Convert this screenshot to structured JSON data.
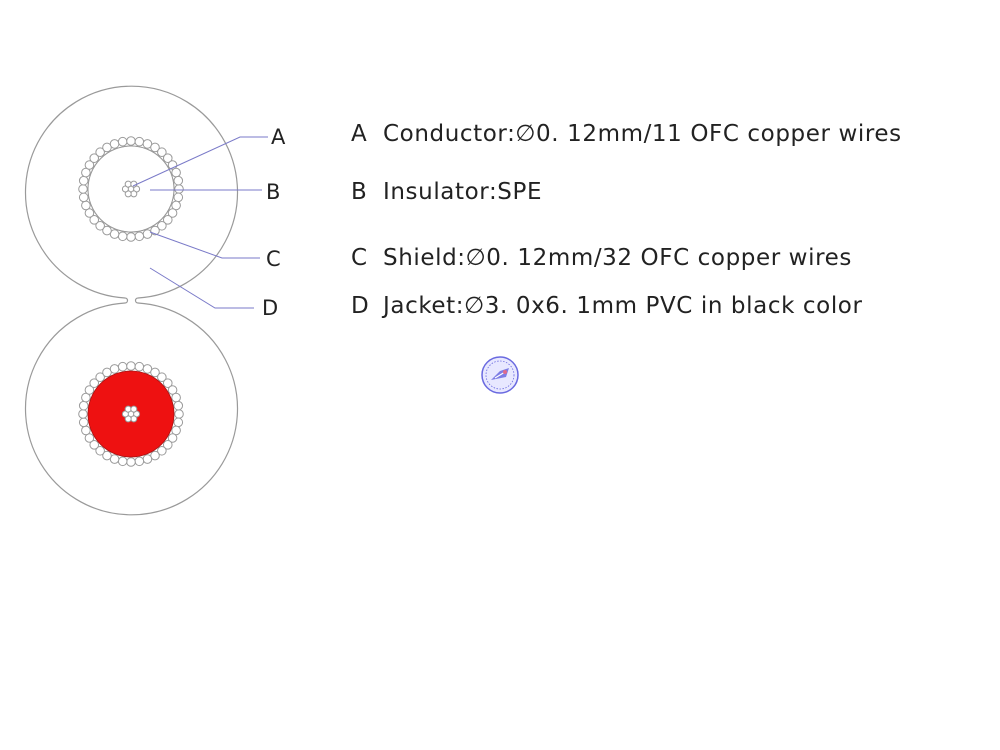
{
  "callouts": [
    {
      "letter": "A",
      "name": "conductor"
    },
    {
      "letter": "B",
      "name": "insulator"
    },
    {
      "letter": "C",
      "name": "shield"
    },
    {
      "letter": "D",
      "name": "jacket"
    }
  ],
  "specs": [
    {
      "letter": "A",
      "text": "Conductor:∅0. 12mm/11  OFC copper wires"
    },
    {
      "letter": "B",
      "text": "Insulator:SPE"
    },
    {
      "letter": "C",
      "text": "Shield:∅0. 12mm/32 OFC copper wires"
    },
    {
      "letter": "D",
      "text": "Jacket:∅3. 0x6. 1mm PVC in black  color"
    }
  ],
  "colors": {
    "outline": "#9a9a9a",
    "leader_line": "#7a7ac8",
    "insulator_fill": "#ee1111",
    "watermark": "#6a6ae0"
  },
  "watermark": {
    "icon": "logo-seal"
  }
}
